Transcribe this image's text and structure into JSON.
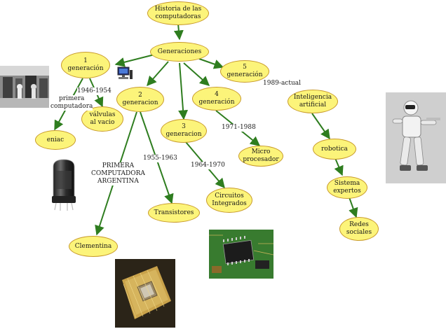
{
  "nodes": {
    "historia": "Historia de las\ncomputadoras",
    "generaciones": "Generaciones",
    "gen1": "1\ngeneración",
    "gen2": "2\ngeneracion",
    "gen3": "3\ngeneracion",
    "gen4": "4\ngeneración",
    "gen5": "5\ngeneración",
    "eniac": "eniac",
    "valvulas": "válvulas\nal vacio",
    "clementina": "Clementina",
    "transistores": "Transistores",
    "circuitos": "Circuitos\nIntegrados",
    "micro": "Micro\nprocesador",
    "ia": "Inteligencia\nartificial",
    "robotica": "robotica",
    "sistema": "Sistema\nexpertos",
    "redes": "Redes\nsociales"
  },
  "labels": {
    "y1946": "1946-1954",
    "primera": "primera\ncomputadora",
    "y1955": "1955-1963",
    "argentina": "PRIMERA\nCOMPUTADORA\nARGENTINA",
    "y1964": "1964-1970",
    "y1971": "1971-1988",
    "y1989": "1989-actual"
  },
  "colors": {
    "node_fill": "#fcf47a",
    "node_border": "#c89a2a",
    "arrow": "#2e7d1f"
  },
  "images": [
    "eniac-room-photo",
    "desktop-computer-icon",
    "vacuum-tube-photo",
    "microprocessor-chip-photo",
    "circuit-board-photo",
    "humanoid-robot-photo"
  ]
}
